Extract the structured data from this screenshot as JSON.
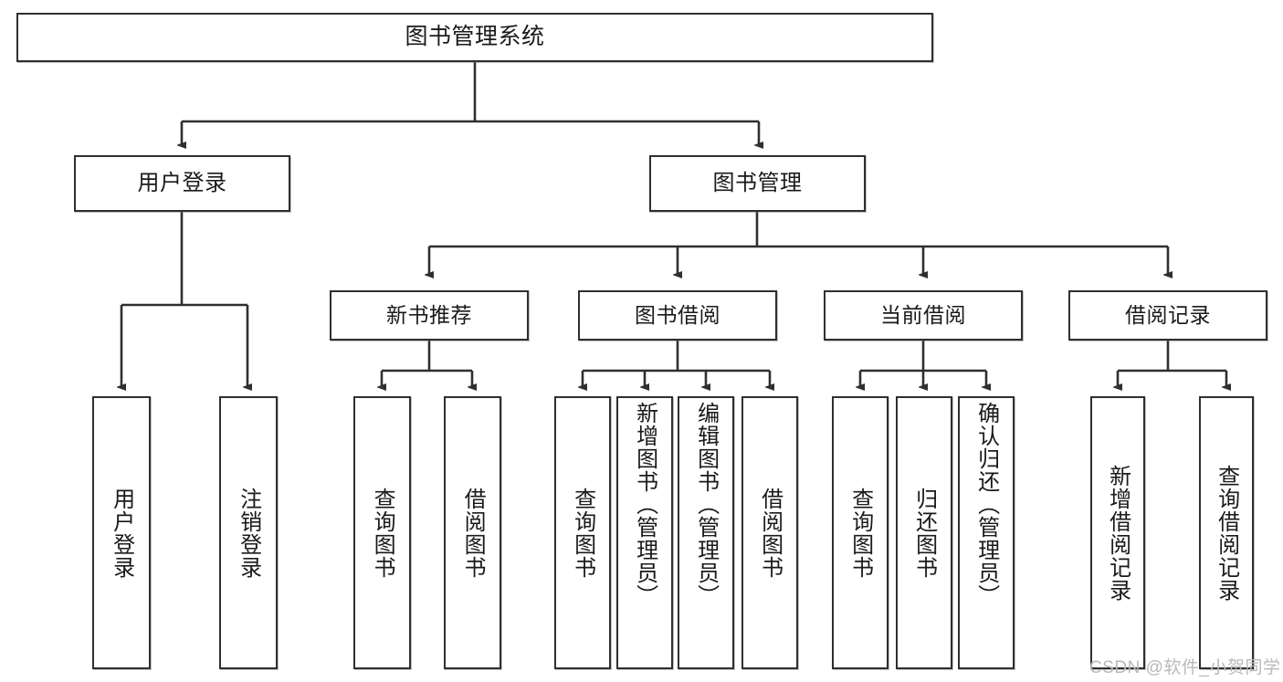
{
  "diagram": {
    "title": "图书管理系统",
    "type": "hierarchy-tree",
    "colors": {
      "box_border": "#2f2f2f",
      "box_fill": "#ffffff",
      "connector": "#2f2f2f",
      "text": "#1a1a1a",
      "watermark": "#b9b9b9"
    },
    "root": {
      "label": "图书管理系统"
    },
    "level2": [
      {
        "id": "user-login",
        "label": "用户登录"
      },
      {
        "id": "book-management",
        "label": "图书管理"
      }
    ],
    "level3": [
      {
        "id": "new-book-recommend",
        "label": "新书推荐"
      },
      {
        "id": "book-borrow",
        "label": "图书借阅"
      },
      {
        "id": "current-borrow",
        "label": "当前借阅"
      },
      {
        "id": "borrow-record",
        "label": "借阅记录"
      }
    ],
    "leaves": [
      {
        "id": "leaf-user-login",
        "label": "用户登录",
        "parent": "user-login"
      },
      {
        "id": "leaf-logout-login",
        "label": "注销登录",
        "parent": "user-login"
      },
      {
        "id": "leaf-query-book-1",
        "label": "查询图书",
        "parent": "new-book-recommend"
      },
      {
        "id": "leaf-borrow-book-1",
        "label": "借阅图书",
        "parent": "new-book-recommend"
      },
      {
        "id": "leaf-query-book-2",
        "label": "查询图书",
        "parent": "book-borrow"
      },
      {
        "id": "leaf-add-book",
        "label": "新增图书（管理员）",
        "parent": "book-borrow"
      },
      {
        "id": "leaf-edit-book",
        "label": "编辑图书（管理员）",
        "parent": "book-borrow"
      },
      {
        "id": "leaf-borrow-book-2",
        "label": "借阅图书",
        "parent": "book-borrow"
      },
      {
        "id": "leaf-query-book-3",
        "label": "查询图书",
        "parent": "current-borrow"
      },
      {
        "id": "leaf-return-book",
        "label": "归还图书",
        "parent": "current-borrow"
      },
      {
        "id": "leaf-confirm-return",
        "label": "确认归还（管理员）",
        "parent": "current-borrow"
      },
      {
        "id": "leaf-add-record",
        "label": "新增借阅记录",
        "parent": "borrow-record"
      },
      {
        "id": "leaf-query-record",
        "label": "查询借阅记录",
        "parent": "borrow-record"
      }
    ],
    "watermark": "CSDN @软件_小贺同学"
  }
}
